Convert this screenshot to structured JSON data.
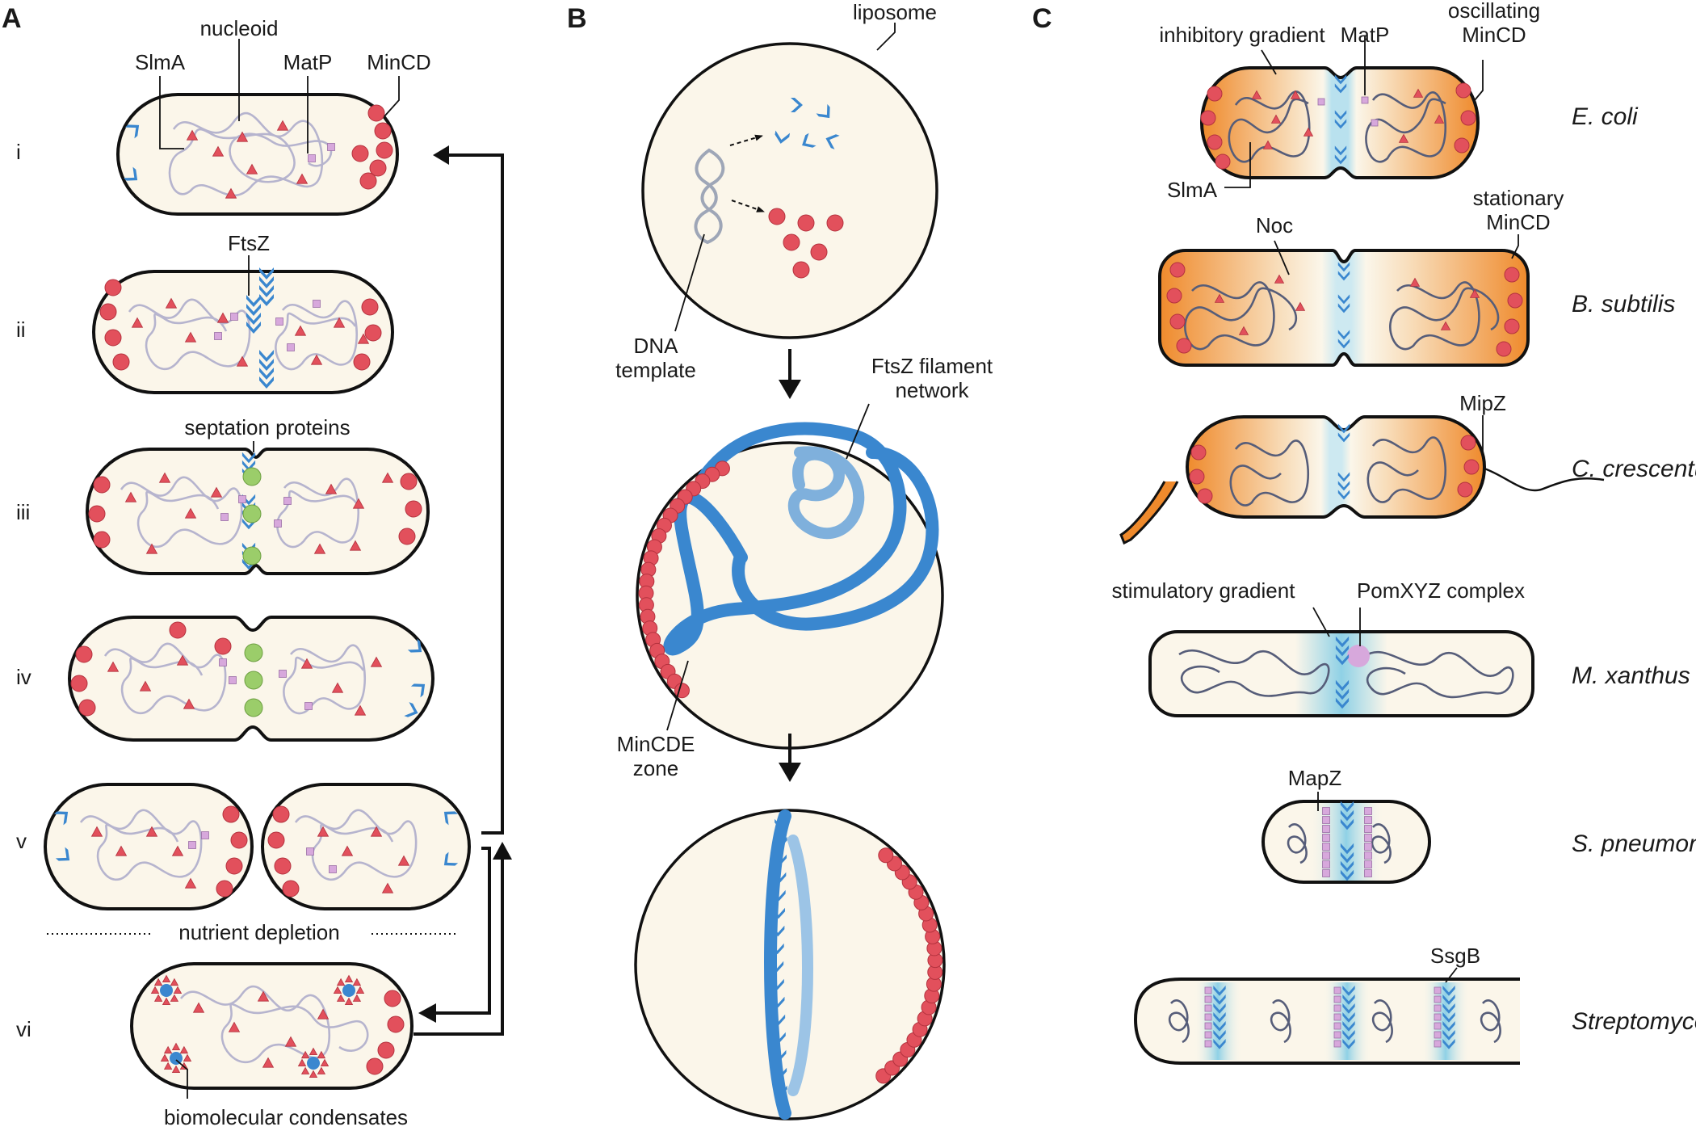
{
  "panels": {
    "a": "A",
    "b": "B",
    "c": "C"
  },
  "panel_a": {
    "stages": [
      "i",
      "ii",
      "iii",
      "iv",
      "v",
      "vi"
    ],
    "labels": {
      "nucleoid": "nucleoid",
      "slma": "SlmA",
      "matp": "MatP",
      "mincd": "MinCD",
      "ftsz": "FtsZ",
      "septation": "septation proteins",
      "nutrient": "nutrient depletion",
      "condensates": "biomolecular condensates"
    }
  },
  "panel_b": {
    "labels": {
      "liposome": "liposome",
      "dna_1": "DNA",
      "dna_2": "template",
      "ftsz_1": "FtsZ filament",
      "ftsz_2": "network",
      "mincde_1": "MinCDE",
      "mincde_2": "zone"
    }
  },
  "panel_c": {
    "labels": {
      "inhibitory": "inhibitory gradient",
      "matp": "MatP",
      "oscillating_1": "oscillating",
      "oscillating_2": "MinCD",
      "slma": "SlmA",
      "noc": "Noc",
      "stationary_1": "stationary",
      "stationary_2": "MinCD",
      "mipz": "MipZ",
      "stimulatory": "stimulatory gradient",
      "pomxyz": "PomXYZ complex",
      "mapz": "MapZ",
      "ssgb": "SsgB"
    },
    "species": [
      "E. coli",
      "B. subtilis",
      "C. crescentus",
      "M. xanthus",
      "S. pneumoniae",
      "Streptomyces"
    ]
  },
  "colors": {
    "cell_fill": "#fbf6ea",
    "mincd_red": "#e2505c",
    "ftsz_blue": "#3a87cf",
    "matp_pink": "#d7a8dc",
    "septation_green": "#9bcd6a",
    "gradient_orange": "#ef8a2c",
    "gradient_blue": "#8fd1e6",
    "dna_pale": "#b6b4ce",
    "dna_dark": "#565d79"
  }
}
